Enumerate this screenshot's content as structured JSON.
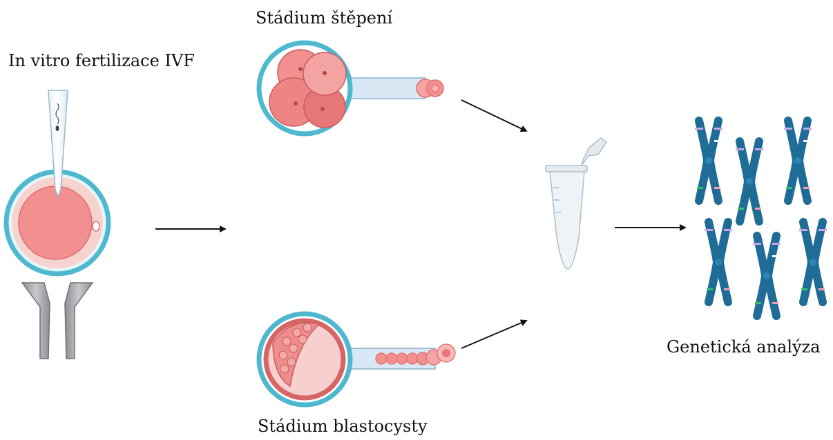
{
  "labels": {
    "ivf": "In vitro fertilizace IVF",
    "cleavage": "Stádium štěpení",
    "blastocyst": "Stádium blastocysty",
    "analysis": "Genetická analýza"
  },
  "icons": {
    "ivf_egg": "egg-injection-icon",
    "cleavage_embryo": "cleavage-embryo-biopsy-icon",
    "blastocyst_embryo": "blastocyst-biopsy-icon",
    "tube": "microcentrifuge-tube-icon",
    "chromosomes": "chromosome-icon"
  },
  "colors": {
    "zona": "#4fb8cf",
    "egg": "#f28f8f",
    "cell": "#e36f6f",
    "chromosome": "#1f6d96",
    "arrow": "#111111"
  }
}
